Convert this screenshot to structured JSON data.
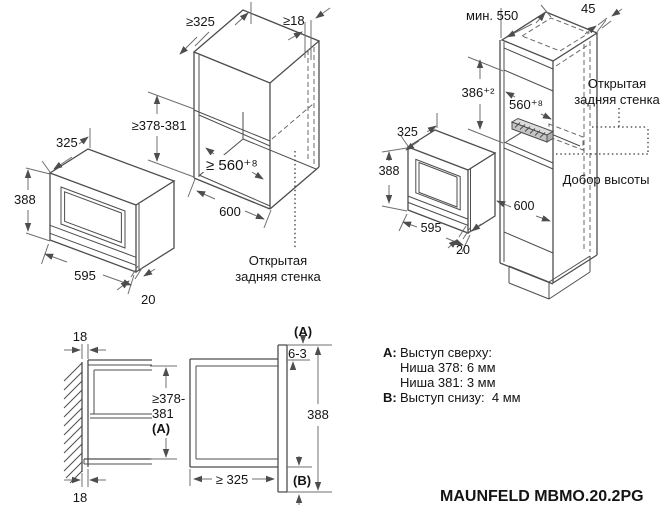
{
  "title": {
    "model": "MAUNFELD MBMO.20.2PG"
  },
  "colors": {
    "object_line": "#4d4d4d",
    "dim_line": "#6f6f6f",
    "text": "#141414",
    "background": "#ffffff"
  },
  "oven_iso": {
    "depth_top": "325",
    "height": "388",
    "width": "595",
    "door_thickness": "20"
  },
  "wall_cabinet": {
    "top_depth": "≥325",
    "rear_gap": "≥18",
    "niche_height": "≥378-381",
    "niche_depth": "≥ 560⁺⁸",
    "niche_width": "600",
    "open_back_line1": "Открытая",
    "open_back_line2": "задняя стенка"
  },
  "tall_cabinet": {
    "min_depth": "мин. 550",
    "rear_gap": "45",
    "niche_height": "386⁺²",
    "niche_depth": "560⁺⁸",
    "niche_width": "600",
    "open_back_line1": "Открытая",
    "open_back_line2": "задняя стенка",
    "height_filler": "Добор высоты",
    "oven": {
      "depth_top": "325",
      "height": "388",
      "width": "595",
      "door_thickness": "20"
    }
  },
  "section": {
    "wall_gap_top": "18",
    "wall_gap_bottom": "18",
    "niche_height_line1": "≥378-",
    "niche_height_line2": "381",
    "niche_height_line3": "(A)",
    "ref_top": "(A)",
    "top_reveal": "6-3",
    "front_height": "388",
    "depth": "≥ 325",
    "ref_bottom": "(B)"
  },
  "notes": {
    "a_prefix": "A:",
    "a_title": "Выступ сверху:",
    "a_line1": "Ниша 378: 6 мм",
    "a_line2": "Ниша 381: 3 мм",
    "b_prefix": "B:",
    "b_title": "Выступ снизу:  4 мм"
  }
}
